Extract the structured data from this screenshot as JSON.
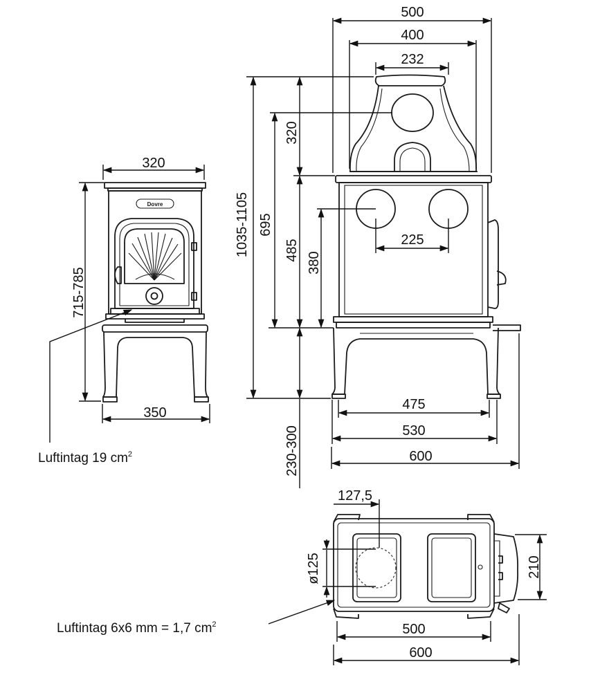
{
  "dimensions": {
    "front_width_top": "320",
    "front_height": "715-785",
    "front_base_width": "350",
    "side_top_width": "500",
    "side_cap_outer": "400",
    "side_cap_top": "232",
    "side_cap_height": "320",
    "side_total_height": "1035-1105",
    "side_outlet_height": "695",
    "side_body_height": "485",
    "side_rear_height": "380",
    "side_hole_spacing": "225",
    "side_leg_width": "475",
    "side_base_width": "530",
    "side_overall_width": "600",
    "side_floor_clearance": "230-300",
    "plan_hole_offset": "127,5",
    "plan_hole_diameter": "ø125",
    "plan_depth": "210",
    "plan_inner_width": "500",
    "plan_overall_width": "600"
  },
  "labels": {
    "air_intake_front": "Luftintag 19 cm",
    "air_intake_front_sup": "2",
    "air_intake_plan": "Luftintag 6x6 mm = 1,7 cm",
    "air_intake_plan_sup": "2",
    "brand": "Dovre"
  }
}
